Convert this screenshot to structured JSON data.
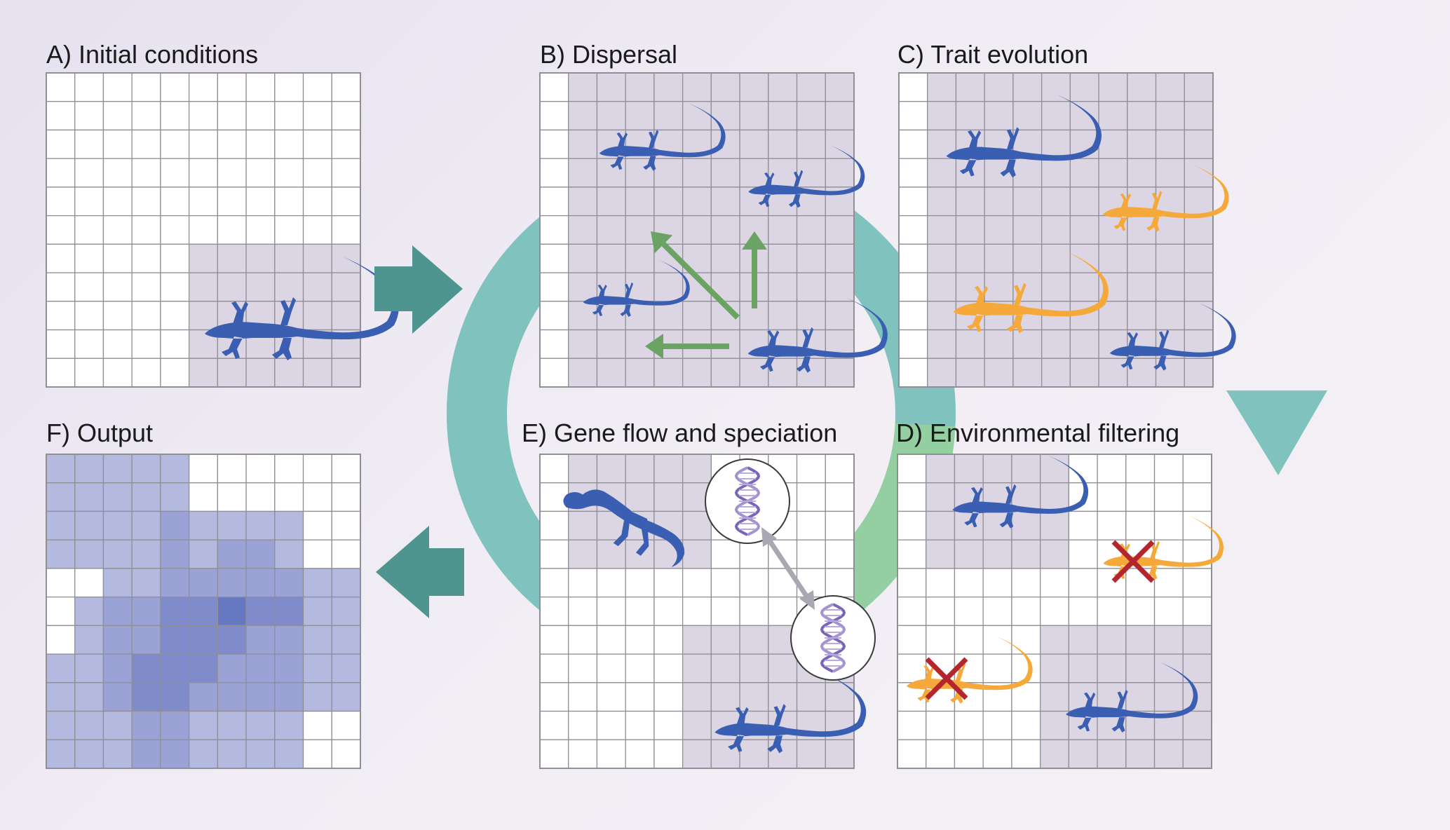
{
  "panels": [
    {
      "id": "A",
      "title": "A) Initial conditions"
    },
    {
      "id": "B",
      "title": "B) Dispersal"
    },
    {
      "id": "C",
      "title": "C) Trait evolution"
    },
    {
      "id": "D",
      "title": "D) Environmental filtering"
    },
    {
      "id": "E",
      "title": "E) Gene flow and speciation"
    },
    {
      "id": "F",
      "title": "F) Output"
    }
  ],
  "colors": {
    "lizard_blue": "#3a5fb2",
    "lizard_orange": "#f6a93b",
    "grid_line": "#8f8f95",
    "cell_white": "#ffffff",
    "cell_shaded": "#dcd6e4",
    "cycle_teal": "#7fc2be",
    "cycle_green": "#93cfa0",
    "flow_arrow": "#4f958f",
    "dispersal_arrow": "#6aa363",
    "cross_red": "#b3262e",
    "dna_purple": "#7865b6"
  },
  "output_heatmap_levels": [
    [
      1,
      1,
      1,
      1,
      1,
      0,
      0,
      0,
      0,
      0,
      0
    ],
    [
      1,
      1,
      1,
      1,
      1,
      0,
      0,
      0,
      0,
      0,
      0
    ],
    [
      1,
      1,
      1,
      1,
      2,
      1,
      1,
      1,
      1,
      0,
      0
    ],
    [
      1,
      1,
      1,
      1,
      2,
      1,
      2,
      2,
      1,
      0,
      0
    ],
    [
      0,
      0,
      1,
      1,
      2,
      2,
      2,
      2,
      2,
      1,
      1
    ],
    [
      0,
      1,
      2,
      2,
      3,
      3,
      4,
      3,
      3,
      1,
      1
    ],
    [
      0,
      1,
      2,
      2,
      3,
      3,
      3,
      2,
      2,
      1,
      1
    ],
    [
      1,
      1,
      2,
      3,
      3,
      3,
      2,
      2,
      2,
      1,
      1
    ],
    [
      1,
      1,
      2,
      3,
      3,
      2,
      2,
      2,
      2,
      1,
      1
    ],
    [
      1,
      1,
      1,
      2,
      2,
      1,
      1,
      1,
      1,
      0,
      0
    ],
    [
      1,
      1,
      1,
      2,
      2,
      1,
      1,
      1,
      1,
      0,
      0
    ]
  ]
}
